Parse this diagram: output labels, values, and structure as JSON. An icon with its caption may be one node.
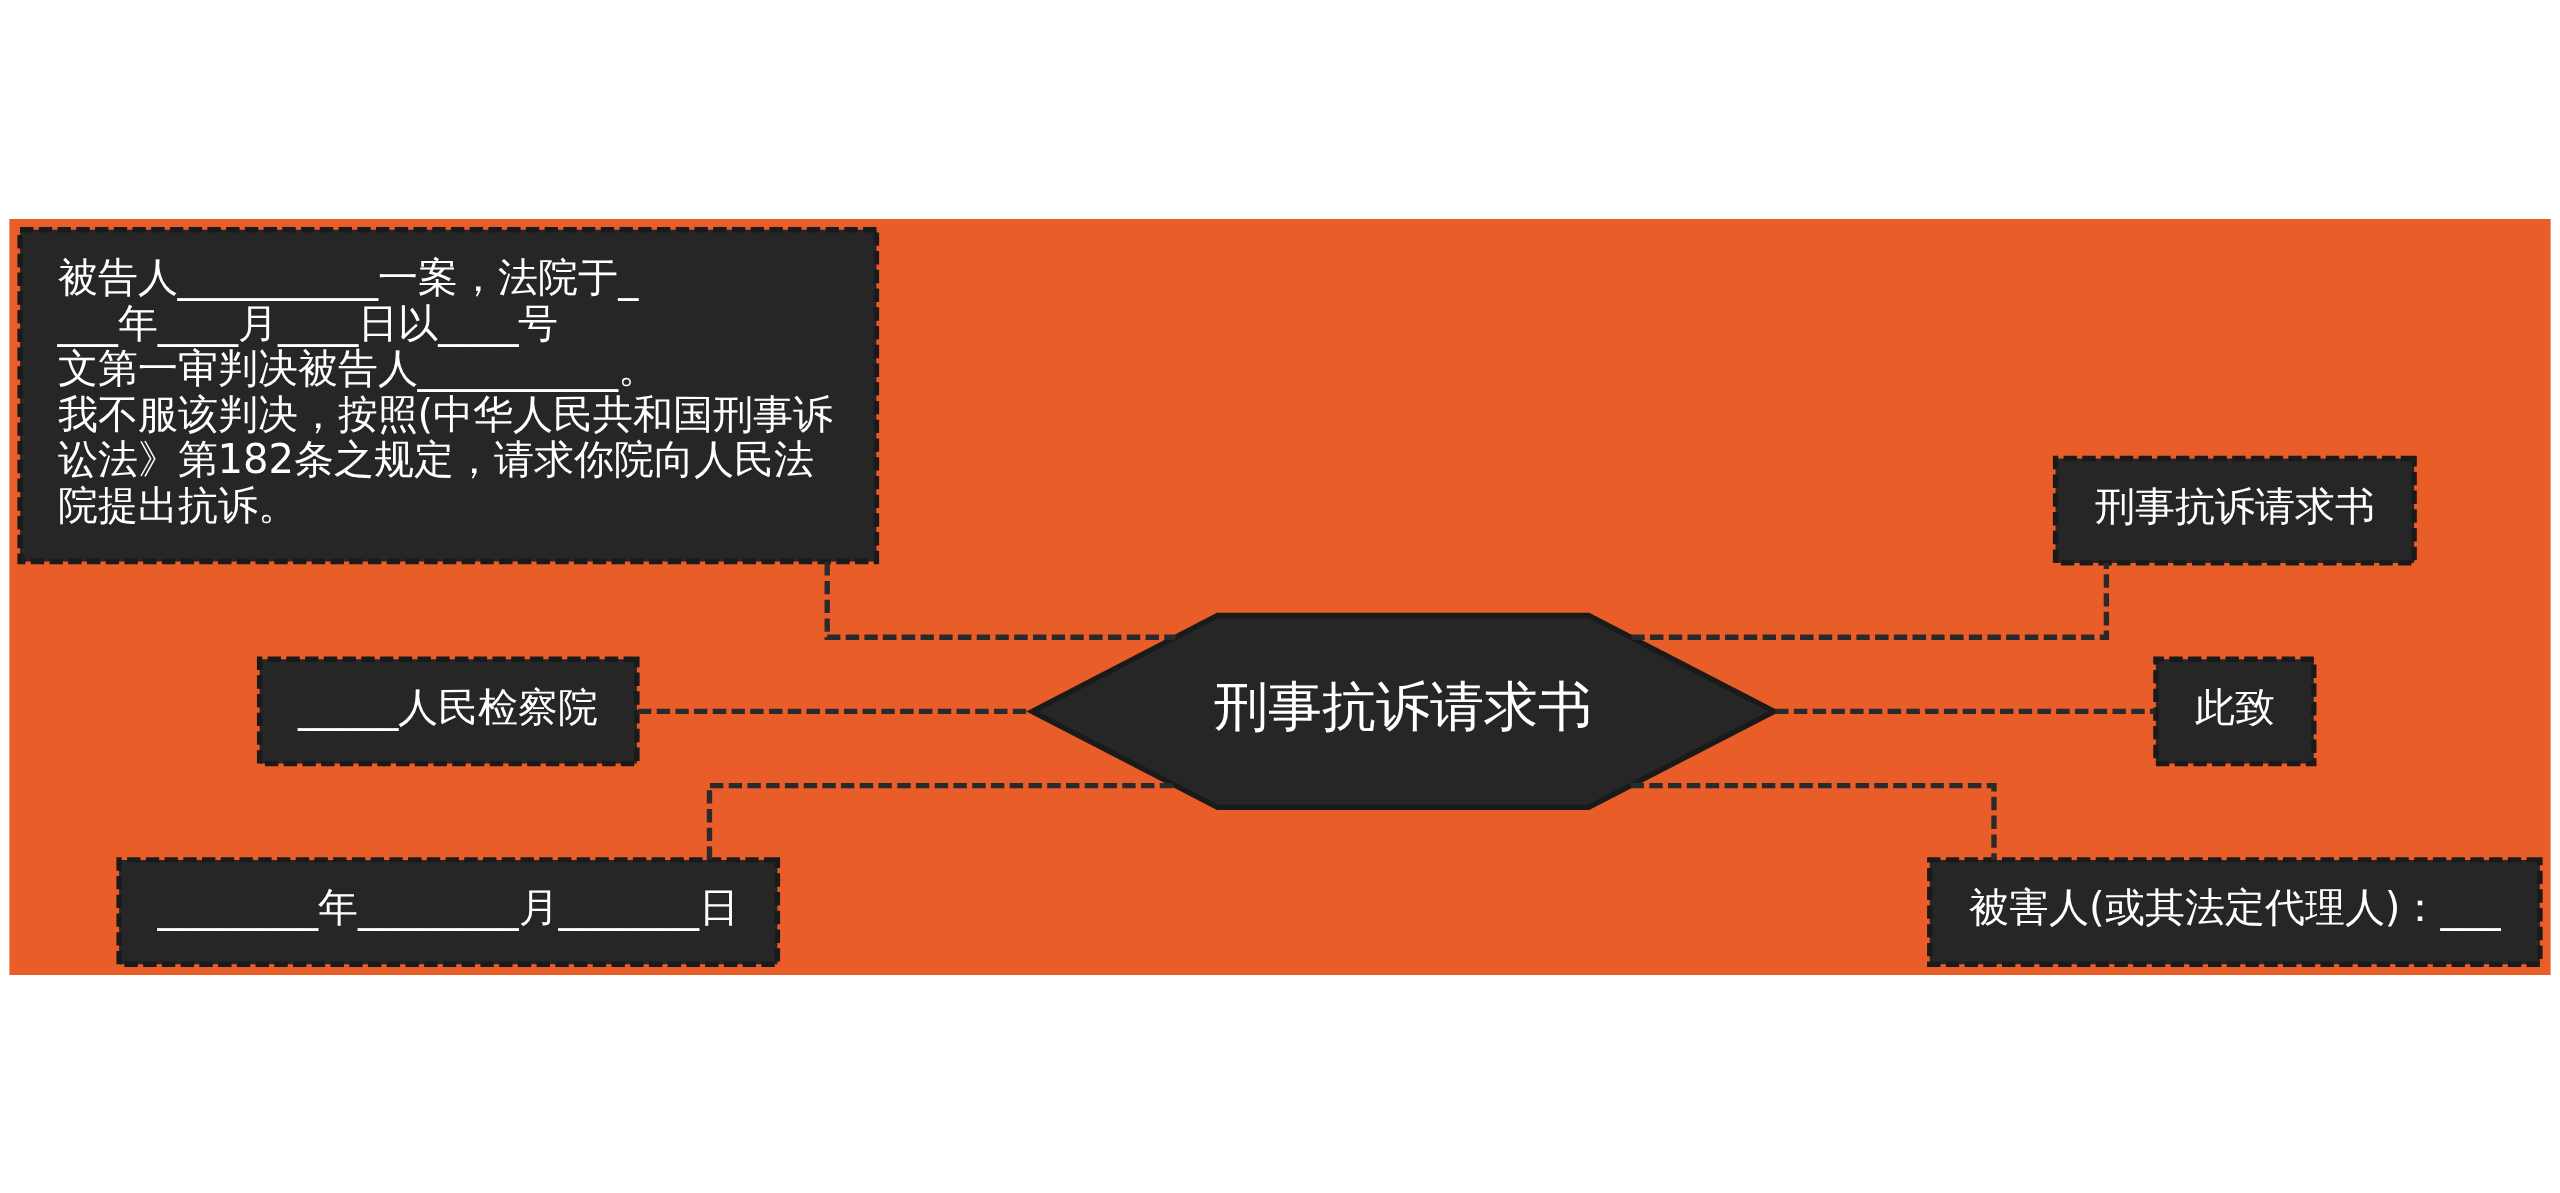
{
  "diagram": {
    "nodes": [
      {
        "text": [
          "刑事抗诉请求书"
        ]
      },
      {
        "text": [
          "被告人__________一案，法院于____年____月____日以____号文第一审判决被告人__________。我不服该判决，按照(中华人民共和国刑事诉讼法》第182条之规定，请求你院向人民法院提出抗诉。"
        ]
      },
      {
        "text": [
          "_____人民检察院"
        ]
      },
      {
        "text": [
          "________年________月_______日"
        ]
      },
      {
        "text": [
          "刑事抗诉请求书"
        ]
      },
      {
        "text": [
          "此致"
        ]
      },
      {
        "text": [
          "被害人(或其法定代理人)：___"
        ]
      }
    ],
    "edges": [
      {
        "from": 0,
        "to": 1,
        "arrow": "none",
        "style": "dashed"
      },
      {
        "from": 0,
        "to": 2,
        "arrow": "none",
        "style": "dashed"
      },
      {
        "from": 0,
        "to": 3,
        "arrow": "none",
        "style": "dashed"
      },
      {
        "from": 0,
        "to": 4,
        "arrow": "none",
        "style": "dashed"
      },
      {
        "from": 0,
        "to": 5,
        "arrow": "none",
        "style": "dashed"
      },
      {
        "from": 0,
        "to": 6,
        "arrow": "none",
        "style": "dashed"
      }
    ]
  }
}
